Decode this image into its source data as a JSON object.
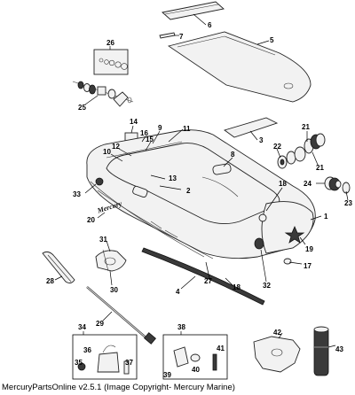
{
  "caption": "MercuryPartsOnline v2.5.1 (Image Copyright- Mercury Marine)",
  "brand_mark": "Mercury",
  "callouts": [
    "1",
    "2",
    "3",
    "4",
    "5",
    "6",
    "7",
    "8",
    "9",
    "10",
    "11",
    "12",
    "13",
    "14",
    "15",
    "16",
    "17",
    "18",
    "19",
    "20",
    "21",
    "22",
    "23",
    "24",
    "25",
    "26",
    "27",
    "28",
    "29",
    "30",
    "31",
    "32",
    "33",
    "34",
    "35",
    "36",
    "37",
    "38",
    "39",
    "40",
    "41",
    "42",
    "43"
  ]
}
